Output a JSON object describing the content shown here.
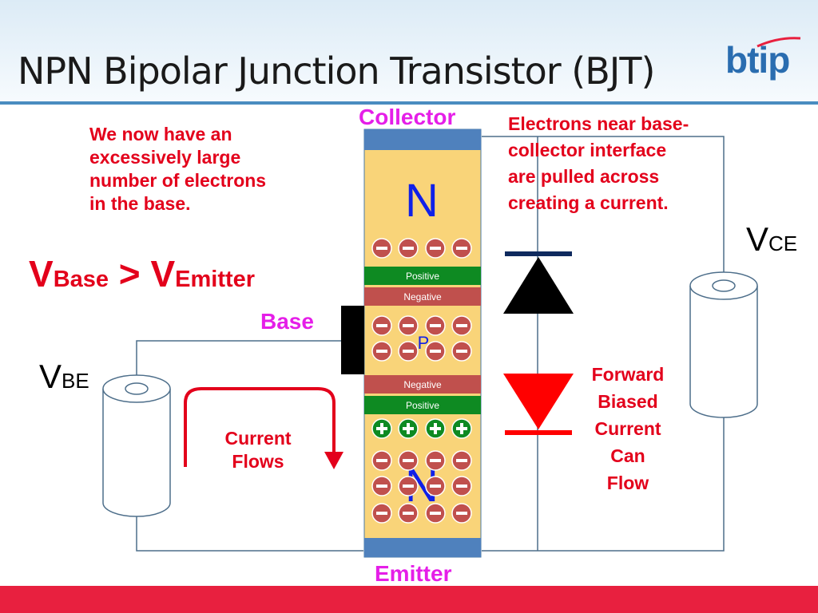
{
  "slide": {
    "title": "NPN Bipolar Junction Transistor (BJT)",
    "logo": "btip"
  },
  "labels": {
    "collector": "Collector",
    "emitter": "Emitter",
    "base": "Base",
    "collector_region": "N",
    "base_region": "P",
    "emitter_region": "N",
    "depletion_top_positive": "Positive",
    "depletion_top_negative": "Negative",
    "depletion_bottom_negative": "Negative",
    "depletion_bottom_positive": "Positive"
  },
  "notes": {
    "left_note": [
      "We now have an",
      "excessively large",
      "number of electrons",
      "in the base."
    ],
    "right_note": [
      "Electrons near base-",
      "collector interface",
      "are pulled across",
      "creating a current."
    ],
    "current_flows": [
      "Current",
      "Flows"
    ],
    "forward_biased": [
      "Forward",
      "Biased",
      "Current",
      "Can",
      "Flow"
    ]
  },
  "equation": {
    "v1": "V",
    "v1_sub": "Base",
    "op": ">",
    "v2": "V",
    "v2_sub": "Emitter"
  },
  "sources": {
    "vbe": {
      "v": "V",
      "sub": "BE"
    },
    "vce": {
      "v": "V",
      "sub": "CE"
    }
  },
  "colors": {
    "semiconductor": "#f9d479",
    "contact": "#4f81bd",
    "positive_band": "#0e8a22",
    "negative_band": "#c0504d",
    "electron": "#c0504d",
    "hole": "#0e8a22",
    "diode_dark": "#000000",
    "diode_red": "#ff0000",
    "accent_red": "#e3001b",
    "accent_magenta": "#e51ee8",
    "region_letter": "#1020e8"
  },
  "icons": [
    "electron-minus-icon",
    "hole-plus-icon",
    "diode-icon",
    "battery-icon",
    "arrow-icon"
  ]
}
